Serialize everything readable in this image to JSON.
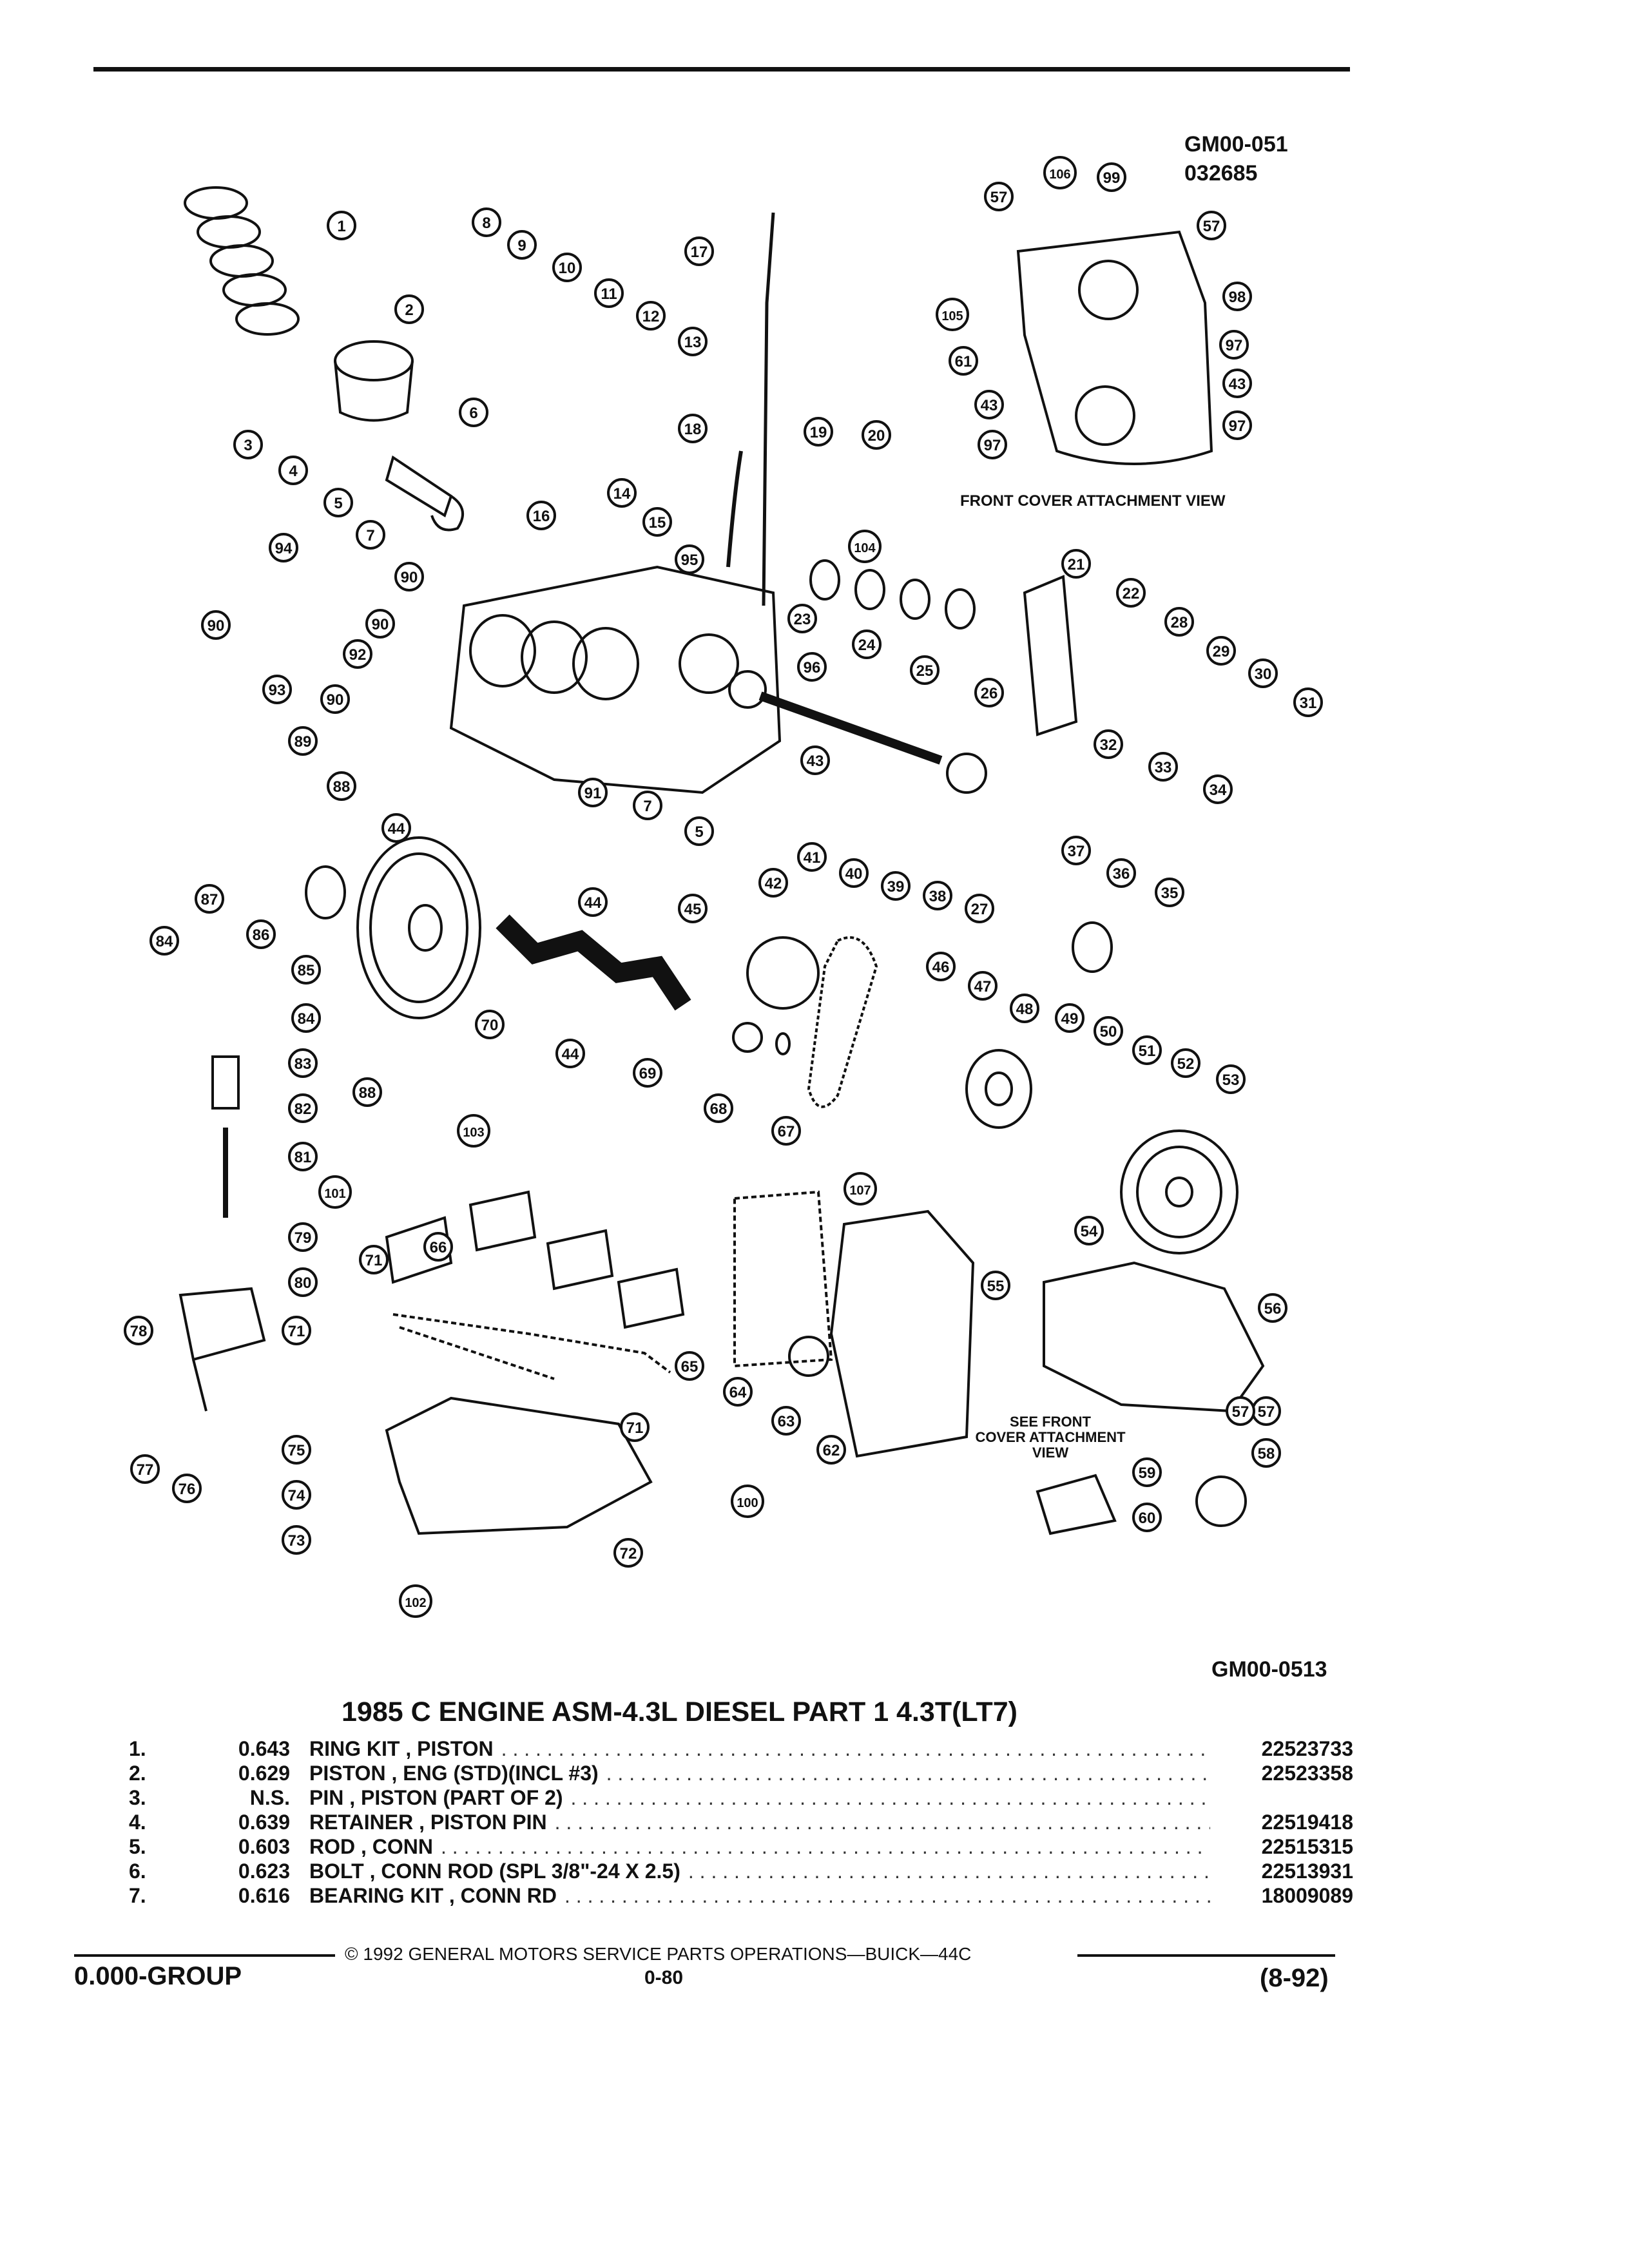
{
  "figure": {
    "id_top": "GM00-051",
    "date_code": "032685",
    "front_cover_caption": "FRONT COVER ATTACHMENT VIEW",
    "see_front_caption": "SEE FRONT\nCOVER ATTACHMENT\nVIEW",
    "id_bottom": "GM00-0513",
    "callouts": [
      "1",
      "2",
      "3",
      "4",
      "5",
      "6",
      "7",
      "8",
      "9",
      "10",
      "11",
      "12",
      "13",
      "14",
      "15",
      "16",
      "17",
      "18",
      "19",
      "20",
      "21",
      "22",
      "23",
      "24",
      "25",
      "26",
      "27",
      "28",
      "29",
      "30",
      "31",
      "32",
      "33",
      "34",
      "35",
      "36",
      "37",
      "38",
      "39",
      "40",
      "41",
      "42",
      "43",
      "44",
      "45",
      "46",
      "47",
      "48",
      "49",
      "50",
      "51",
      "52",
      "53",
      "54",
      "55",
      "56",
      "57",
      "58",
      "59",
      "60",
      "61",
      "62",
      "63",
      "64",
      "65",
      "66",
      "67",
      "68",
      "69",
      "70",
      "71",
      "72",
      "73",
      "74",
      "75",
      "76",
      "77",
      "78",
      "79",
      "80",
      "81",
      "82",
      "83",
      "84",
      "85",
      "86",
      "87",
      "88",
      "89",
      "90",
      "91",
      "92",
      "93",
      "94",
      "95",
      "96",
      "97",
      "98",
      "99",
      "100",
      "101",
      "102",
      "103",
      "104",
      "105",
      "106",
      "107"
    ]
  },
  "parts_list": {
    "title": "1985 C ENGINE ASM-4.3L DIESEL PART 1 4.3T(LT7)",
    "rows": [
      {
        "num": "1.",
        "code": "0.643",
        "desc": "RING KIT , PISTON",
        "part": "22523733"
      },
      {
        "num": "2.",
        "code": "0.629",
        "desc": "PISTON , ENG (STD)(INCL #3)",
        "part": "22523358"
      },
      {
        "num": "3.",
        "code": "N.S.",
        "desc": "PIN , PISTON (PART OF 2)",
        "part": ""
      },
      {
        "num": "4.",
        "code": "0.639",
        "desc": "RETAINER , PISTON PIN",
        "part": "22519418"
      },
      {
        "num": "5.",
        "code": "0.603",
        "desc": "ROD , CONN",
        "part": "22515315"
      },
      {
        "num": "6.",
        "code": "0.623",
        "desc": "BOLT , CONN ROD (SPL 3/8\"-24 X 2.5)",
        "part": "22513931"
      },
      {
        "num": "7.",
        "code": "0.616",
        "desc": "BEARING KIT , CONN RD",
        "part": "18009089"
      }
    ]
  },
  "footer": {
    "copyright": "© 1992 GENERAL MOTORS SERVICE PARTS OPERATIONS—BUICK—44C",
    "group": "0.000-GROUP",
    "page": "0-80",
    "revision": "(8-92)"
  }
}
